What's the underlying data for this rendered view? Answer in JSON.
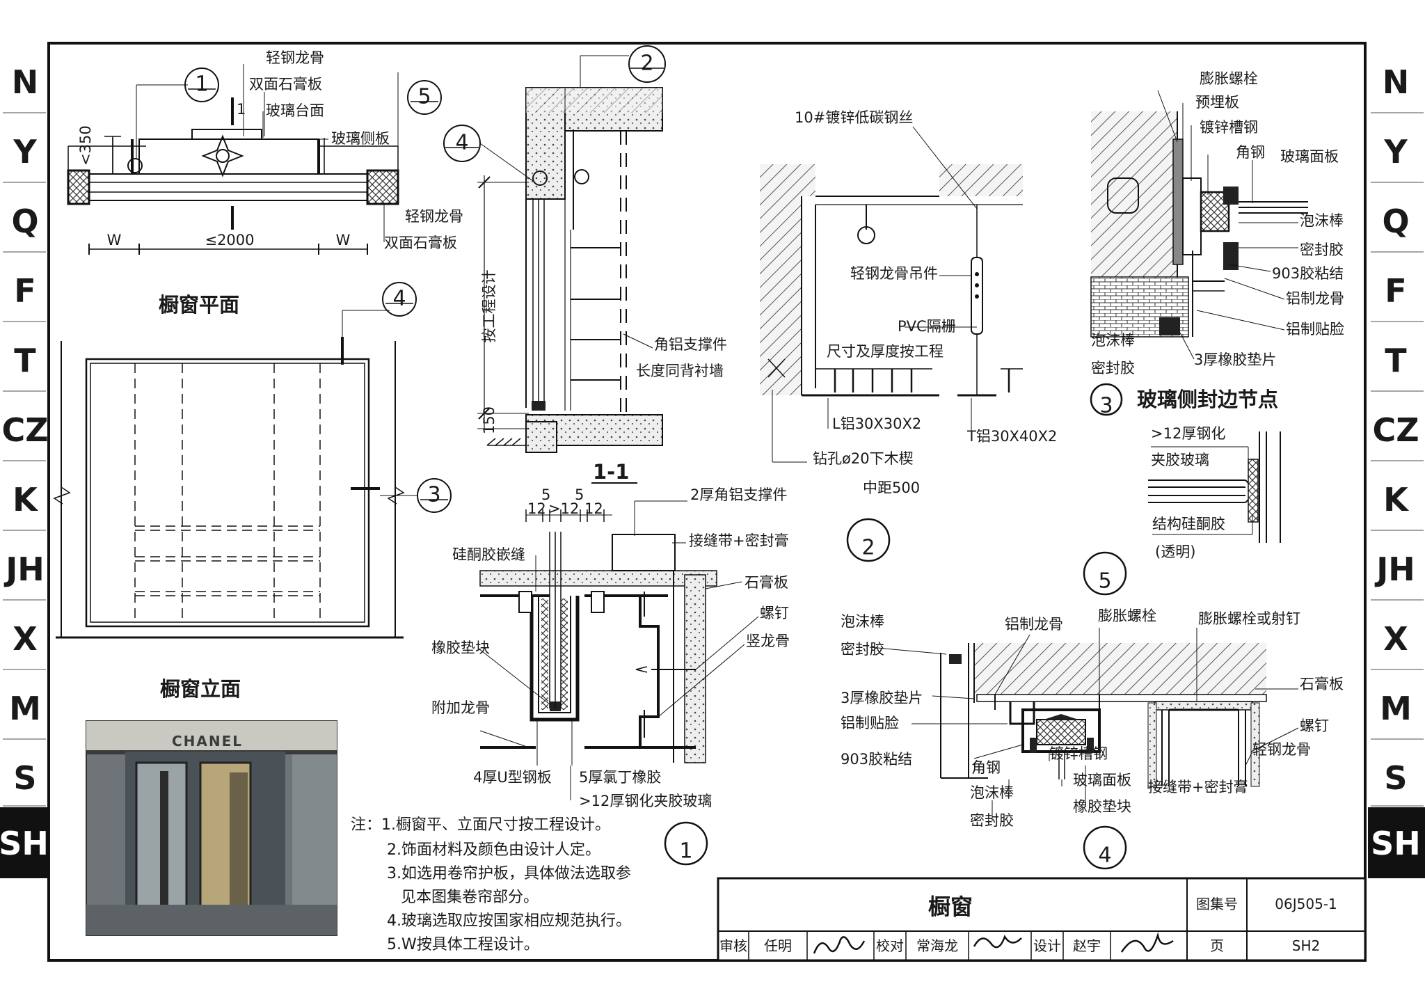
{
  "side_index": [
    "N",
    "Y",
    "Q",
    "F",
    "T",
    "CZ",
    "K",
    "JH",
    "X",
    "M",
    "S",
    "SH"
  ],
  "active_index": "SH",
  "plan": {
    "title": "橱窗平面",
    "labels": [
      "轻钢龙骨",
      "双面石膏板",
      "玻璃台面",
      "玻璃侧板",
      "轻钢龙骨",
      "双面石膏板"
    ],
    "dims": [
      "<350",
      "W",
      "≤2000",
      "W"
    ],
    "cut_mark": "1",
    "callouts": [
      "1",
      "5"
    ]
  },
  "elevation": {
    "title": "橱窗立面",
    "callouts": [
      "4",
      "3"
    ]
  },
  "photo": {
    "brand_text": "CHANEL"
  },
  "section_1_1": {
    "title": "1-1",
    "callouts": [
      "2",
      "4"
    ],
    "vertical_label": "按工程设计",
    "dim_bottom": "150",
    "labels": [
      "角铝支撑件",
      "长度同背衬墙"
    ]
  },
  "detail_2": {
    "num": "2",
    "labels": [
      "10#镀锌低碳钢丝",
      "轻钢龙骨吊件",
      "PVC隔栅",
      "尺寸及厚度按工程",
      "L铝30X30X2",
      "T铝30X40X2",
      "钻孔ø20下木楔",
      "中距500"
    ]
  },
  "detail_3": {
    "num": "3",
    "title": "玻璃侧封边节点",
    "labels": [
      "膨胀螺栓",
      "预埋板",
      "镀锌槽钢",
      "角钢",
      "玻璃面板",
      "泡沫棒",
      "密封胶",
      "903胶粘结",
      "铝制龙骨",
      "铝制贴脸",
      "泡沫棒",
      "密封胶",
      "3厚橡胶垫片"
    ]
  },
  "detail_5": {
    "num": "5",
    "labels": [
      ">12厚钢化",
      "夹胶玻璃",
      "结构硅酮胶",
      "(透明)"
    ]
  },
  "detail_1": {
    "num": "1",
    "dims": [
      "12",
      "5",
      ">12",
      "5",
      "12"
    ],
    "labels": [
      "2厚角铝支撑件",
      "硅酮胶嵌缝",
      "接缝带+密封膏",
      "石膏板",
      "螺钉",
      "竖龙骨",
      "橡胶垫块",
      "附加龙骨",
      "4厚U型钢板",
      "5厚氯丁橡胶",
      ">12厚钢化夹胶玻璃"
    ]
  },
  "detail_4": {
    "num": "4",
    "labels": [
      "泡沫棒",
      "密封胶",
      "铝制龙骨",
      "膨胀螺栓",
      "膨胀螺栓或射钉",
      "石膏板",
      "3厚橡胶垫片",
      "铝制贴脸",
      "螺钉",
      "轻钢龙骨",
      "903胶粘结",
      "角钢",
      "镀锌槽钢",
      "玻璃面板",
      "接缝带+密封膏",
      "泡沫棒",
      "橡胶垫块",
      "密封胶"
    ]
  },
  "notes": [
    "注：1.橱窗平、立面尺寸按工程设计。",
    "2.饰面材料及颜色由设计人定。",
    "3.如选用卷帘护板，具体做法选取参",
    "见本图集卷帘部分。",
    "4.玻璃选取应按国家相应规范执行。",
    "5.W按具体工程设计。"
  ],
  "title_block": {
    "drawing_title": "橱窗",
    "atlas_label": "图集号",
    "atlas_no": "06J505-1",
    "review_label": "审核",
    "reviewer": "任明",
    "check_label": "校对",
    "checker": "常海龙",
    "design_label": "设计",
    "designer": "赵宇",
    "page_label": "页",
    "page_no": "SH2"
  }
}
